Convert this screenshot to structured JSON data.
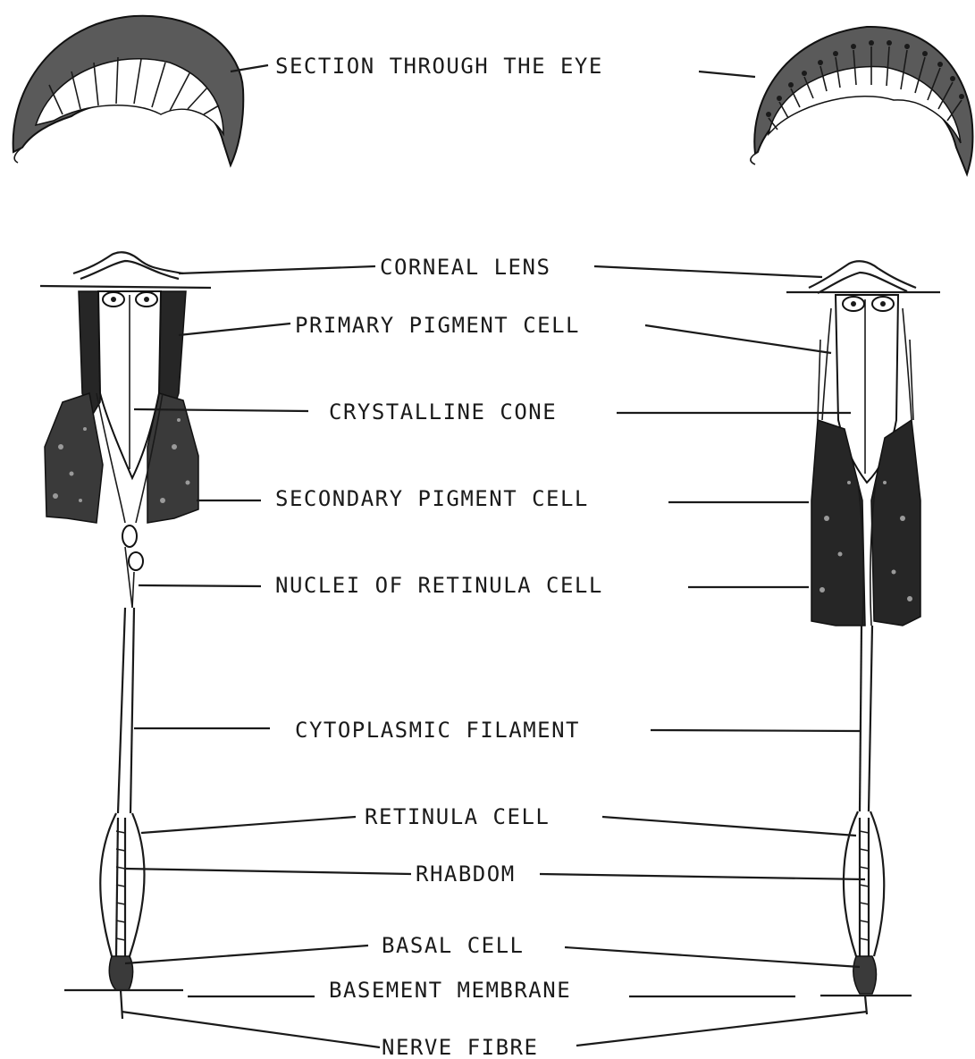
{
  "labels": {
    "section": "SECTION THROUGH THE EYE",
    "corneal_lens": "CORNEAL LENS",
    "primary_pigment": "PRIMARY PIGMENT CELL",
    "crystalline_cone": "CRYSTALLINE CONE",
    "secondary_pigment": "SECONDARY PIGMENT CELL",
    "nuclei": "NUCLEI OF RETINULA CELL",
    "cytoplasmic": "CYTOPLASMIC FILAMENT",
    "retinula": "RETINULA CELL",
    "rhabdom": "RHABDOM",
    "basal": "BASAL CELL",
    "basement": "BASEMENT MEMBRANE",
    "nerve": "NERVE FIBRE"
  }
}
